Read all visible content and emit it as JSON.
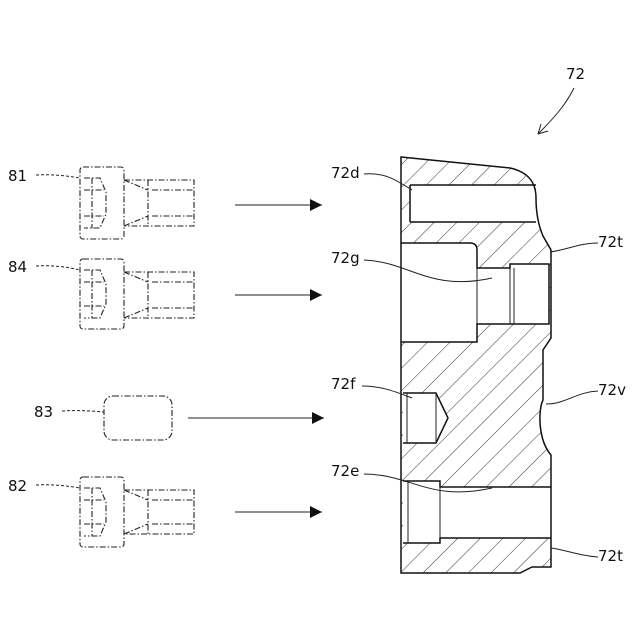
{
  "assembly": {
    "ref": "72"
  },
  "fasteners": [
    {
      "id": "81",
      "label": "81"
    },
    {
      "id": "84",
      "label": "84"
    },
    {
      "id": "83",
      "label": "83"
    },
    {
      "id": "82",
      "label": "82"
    }
  ],
  "holes": [
    {
      "id": "72d",
      "label": "72d"
    },
    {
      "id": "72g",
      "label": "72g"
    },
    {
      "id": "72f",
      "label": "72f"
    },
    {
      "id": "72e",
      "label": "72e"
    }
  ],
  "surfaces": [
    {
      "id": "72t-upper",
      "label": "72t"
    },
    {
      "id": "72v",
      "label": "72v"
    },
    {
      "id": "72t-lower",
      "label": "72t"
    }
  ]
}
